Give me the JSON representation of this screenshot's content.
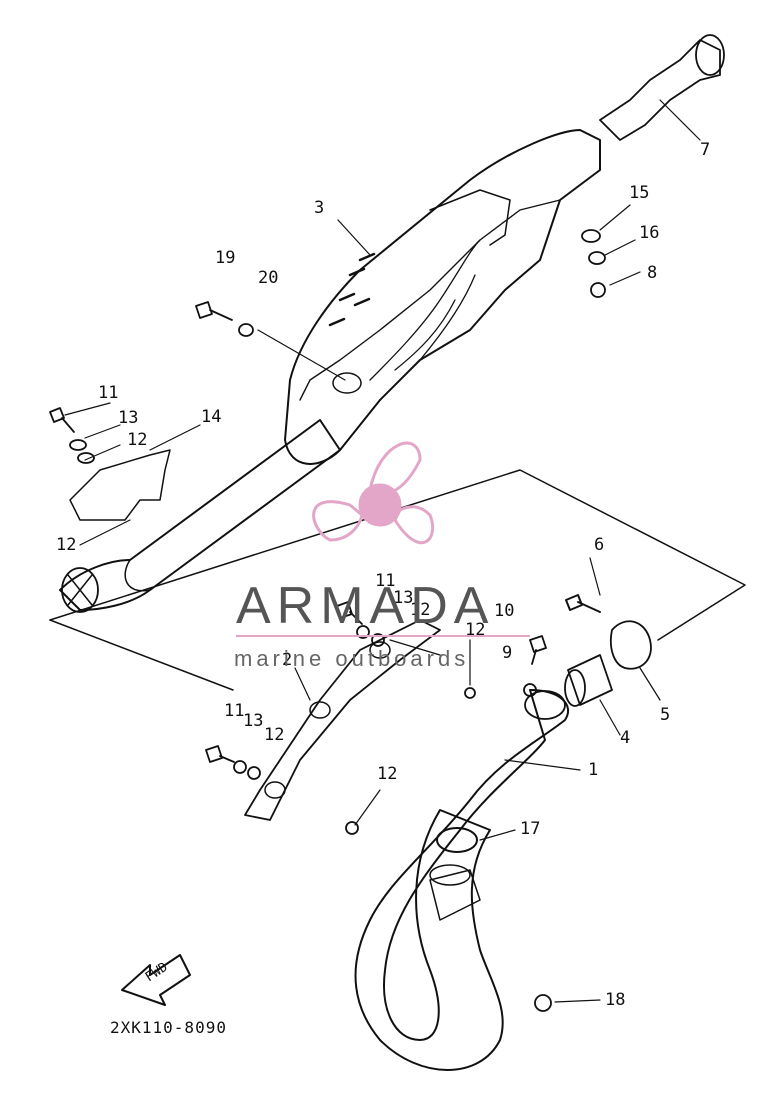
{
  "callouts": [
    {
      "id": "c1",
      "text": "1"
    },
    {
      "id": "c2",
      "text": "2"
    },
    {
      "id": "c3",
      "text": "3"
    },
    {
      "id": "c4",
      "text": "4"
    },
    {
      "id": "c5",
      "text": "5"
    },
    {
      "id": "c6",
      "text": "6"
    },
    {
      "id": "c7",
      "text": "7"
    },
    {
      "id": "c8",
      "text": "8"
    },
    {
      "id": "c9",
      "text": "9"
    },
    {
      "id": "c10",
      "text": "10"
    },
    {
      "id": "c11a",
      "text": "11"
    },
    {
      "id": "c11b",
      "text": "11"
    },
    {
      "id": "c11c",
      "text": "11"
    },
    {
      "id": "c12a",
      "text": "12"
    },
    {
      "id": "c12b",
      "text": "12"
    },
    {
      "id": "c12c",
      "text": "12"
    },
    {
      "id": "c12d",
      "text": "12"
    },
    {
      "id": "c12e",
      "text": "12"
    },
    {
      "id": "c12f",
      "text": "12"
    },
    {
      "id": "c13a",
      "text": "13"
    },
    {
      "id": "c13b",
      "text": "13"
    },
    {
      "id": "c13c",
      "text": "13"
    },
    {
      "id": "c14",
      "text": "14"
    },
    {
      "id": "c15",
      "text": "15"
    },
    {
      "id": "c16",
      "text": "16"
    },
    {
      "id": "c17",
      "text": "17"
    },
    {
      "id": "c18",
      "text": "18"
    },
    {
      "id": "c19",
      "text": "19"
    },
    {
      "id": "c20",
      "text": "20"
    }
  ],
  "fwd_label": "FWD",
  "drawing_code": "2XK110-8090",
  "watermark": {
    "title": "ARMADA",
    "subtitle": "marine outboards",
    "color": "#e3a6c8"
  }
}
